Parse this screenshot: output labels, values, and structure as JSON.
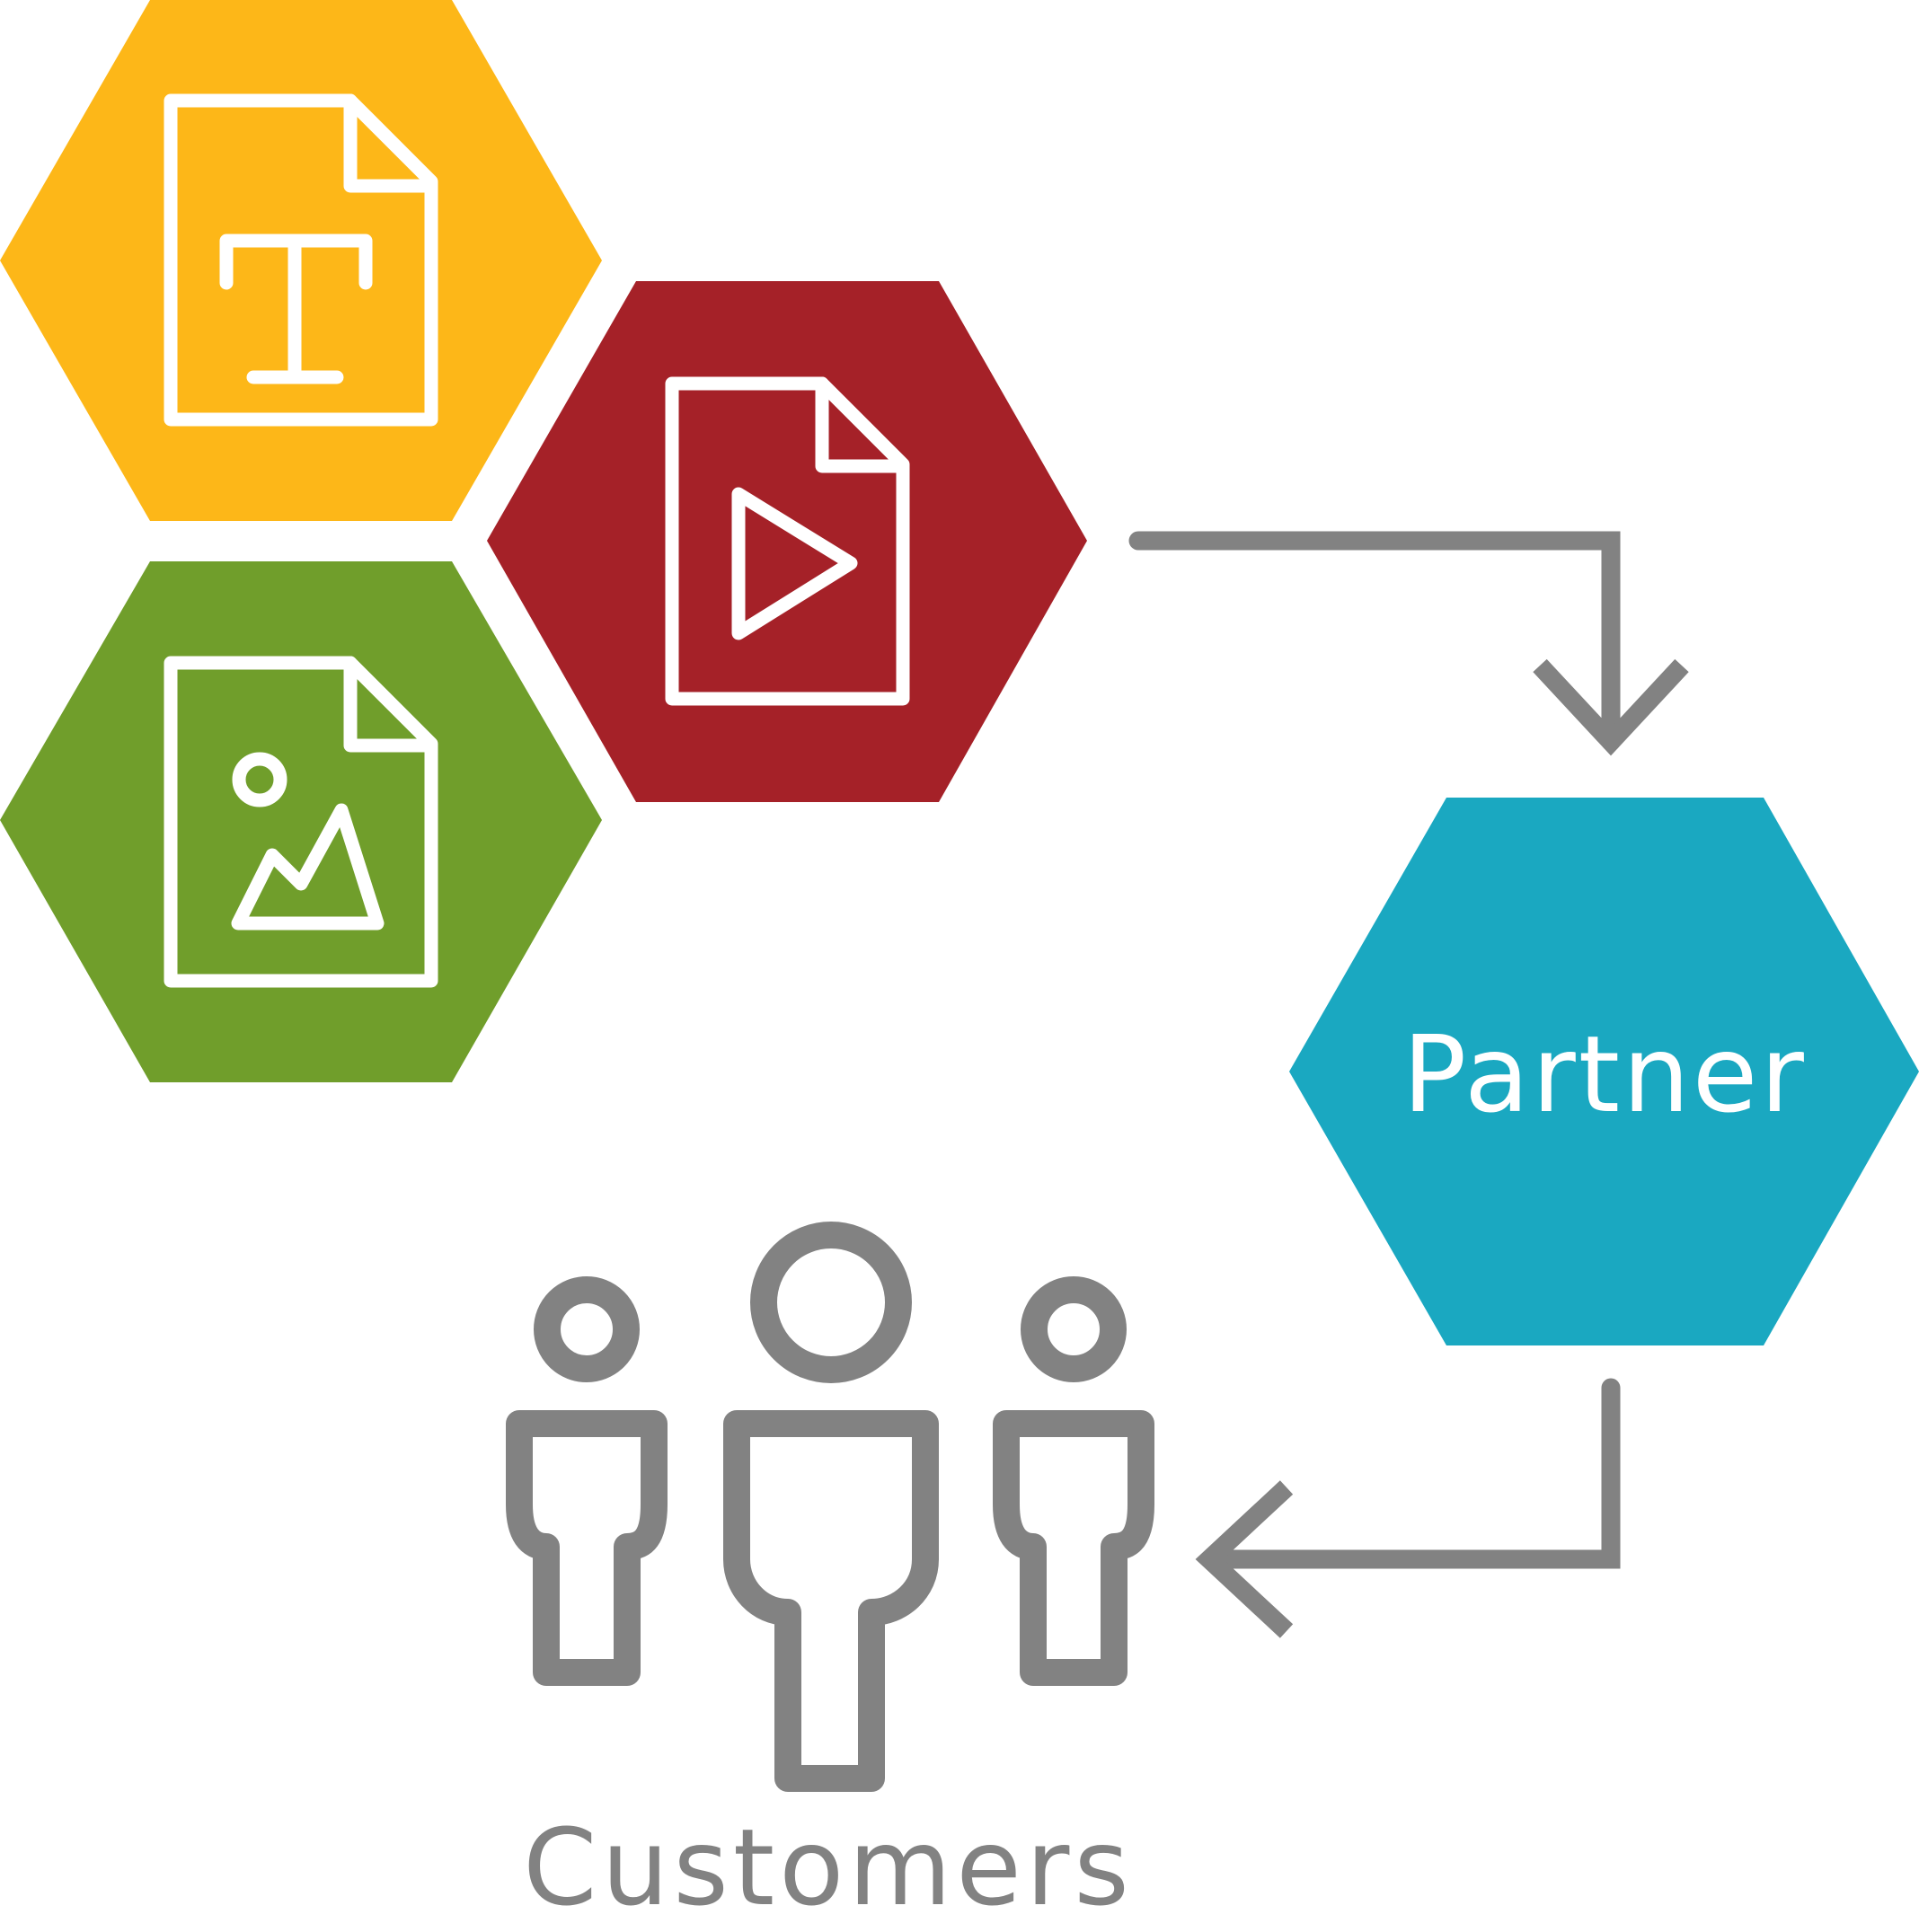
{
  "nodes": {
    "text_document": {
      "icon": "text-document-icon",
      "color": "#FDB718"
    },
    "video_document": {
      "icon": "video-document-icon",
      "color": "#A52128"
    },
    "image_document": {
      "icon": "image-document-icon",
      "color": "#709E2B"
    },
    "partner": {
      "label": "Partner",
      "color": "#1AA8C1"
    },
    "customers": {
      "label": "Customers",
      "icon": "customers-group-icon",
      "color": "#828282"
    }
  },
  "connectors": [
    {
      "from": "video_document",
      "to": "partner",
      "icon": "arrow-down-icon"
    },
    {
      "from": "partner",
      "to": "customers",
      "icon": "arrow-left-icon"
    }
  ]
}
